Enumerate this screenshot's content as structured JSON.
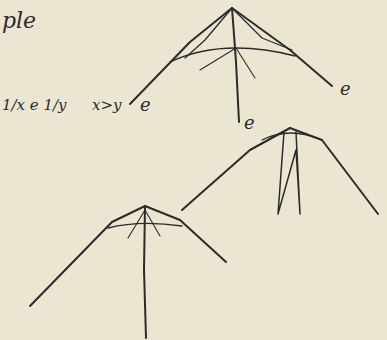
{
  "diagram": {
    "labels": [
      "ple",
      "e",
      "e",
      "e",
      "1/x e 1/y",
      "x>y"
    ]
  }
}
